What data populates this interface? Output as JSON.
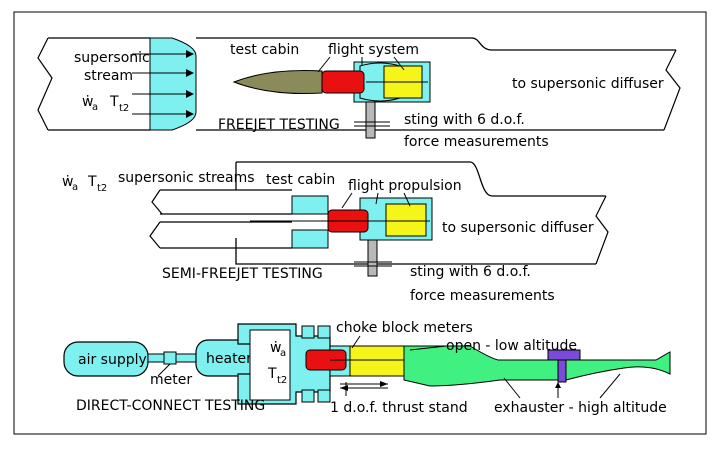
{
  "colors": {
    "cyan": "#7ff0f0",
    "yellow": "#f5f51a",
    "red": "#e81010",
    "olive": "#8a8a5a",
    "gray": "#b8b8b8",
    "green": "#40f080",
    "purple": "#7a4ad8",
    "outline": "#000000"
  },
  "freejet": {
    "stream_label_1": "supersonic",
    "stream_label_2": "stream",
    "wa": "ẇ",
    "wa_sub": "a",
    "tt": "T",
    "tt_sub": "t2",
    "test_cabin": "test cabin",
    "flight_system": "flight system",
    "diffuser": "to supersonic diffuser",
    "title": "FREEJET TESTING",
    "sting": "sting with 6 d.o.f.",
    "force": "force measurements"
  },
  "semi": {
    "wa": "ẇ",
    "wa_sub": "a",
    "tt": "T",
    "tt_sub": "t2",
    "streams": "supersonic streams",
    "test_cabin": "test cabin",
    "flight_propulsion": "flight propulsion",
    "diffuser": "to supersonic diffuser",
    "title": "SEMI-FREEJET TESTING",
    "sting": "sting with 6 d.o.f.",
    "force": "force measurements"
  },
  "direct": {
    "air_supply": "air supply",
    "heater": "heater",
    "meter": "meter",
    "wa": "ẇ",
    "wa_sub": "a",
    "tt": "T",
    "tt_sub": "t2",
    "choke": "choke block meters",
    "open": "open - low altitude",
    "title": "DIRECT-CONNECT TESTING",
    "thrust": "1 d.o.f. thrust stand",
    "exhauster": "exhauster - high altitude"
  }
}
